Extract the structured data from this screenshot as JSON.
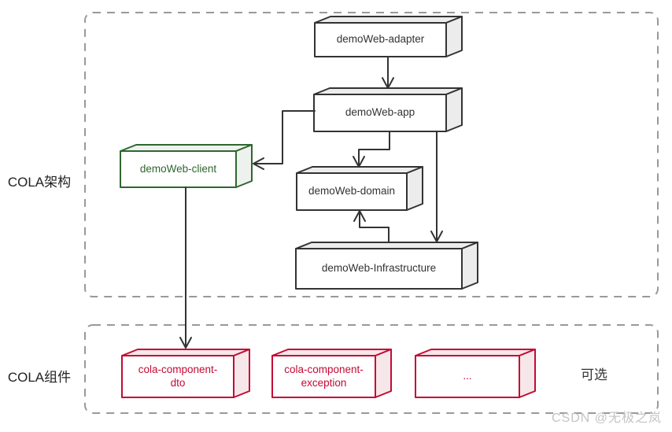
{
  "sections": {
    "architecture": {
      "label": "COLA架构"
    },
    "components": {
      "label": "COLA组件"
    }
  },
  "architecture": {
    "adapter": {
      "label": "demoWeb-adapter"
    },
    "app": {
      "label": "demoWeb-app"
    },
    "client": {
      "label": "demoWeb-client"
    },
    "domain": {
      "label": "demoWeb-domain"
    },
    "infrastructure": {
      "label": "demoWeb-Infrastructure"
    }
  },
  "components": {
    "dto": {
      "label": "cola-component-\ndto"
    },
    "exception": {
      "label": "cola-component-\nexception"
    },
    "more": {
      "label": "..."
    },
    "optional_note": "可选"
  },
  "watermark": "CSDN @无极之岚",
  "colors": {
    "box_stroke": "#333333",
    "box_face": "#ffffff",
    "box_side": "#ececec",
    "client_stroke": "#2e672e",
    "client_side": "#eef2ee",
    "component_stroke": "#c40a33",
    "component_side": "#f5e7ea",
    "container_border": "#999999",
    "arrow": "#333333",
    "watermark_color": "#c4c4c4"
  }
}
